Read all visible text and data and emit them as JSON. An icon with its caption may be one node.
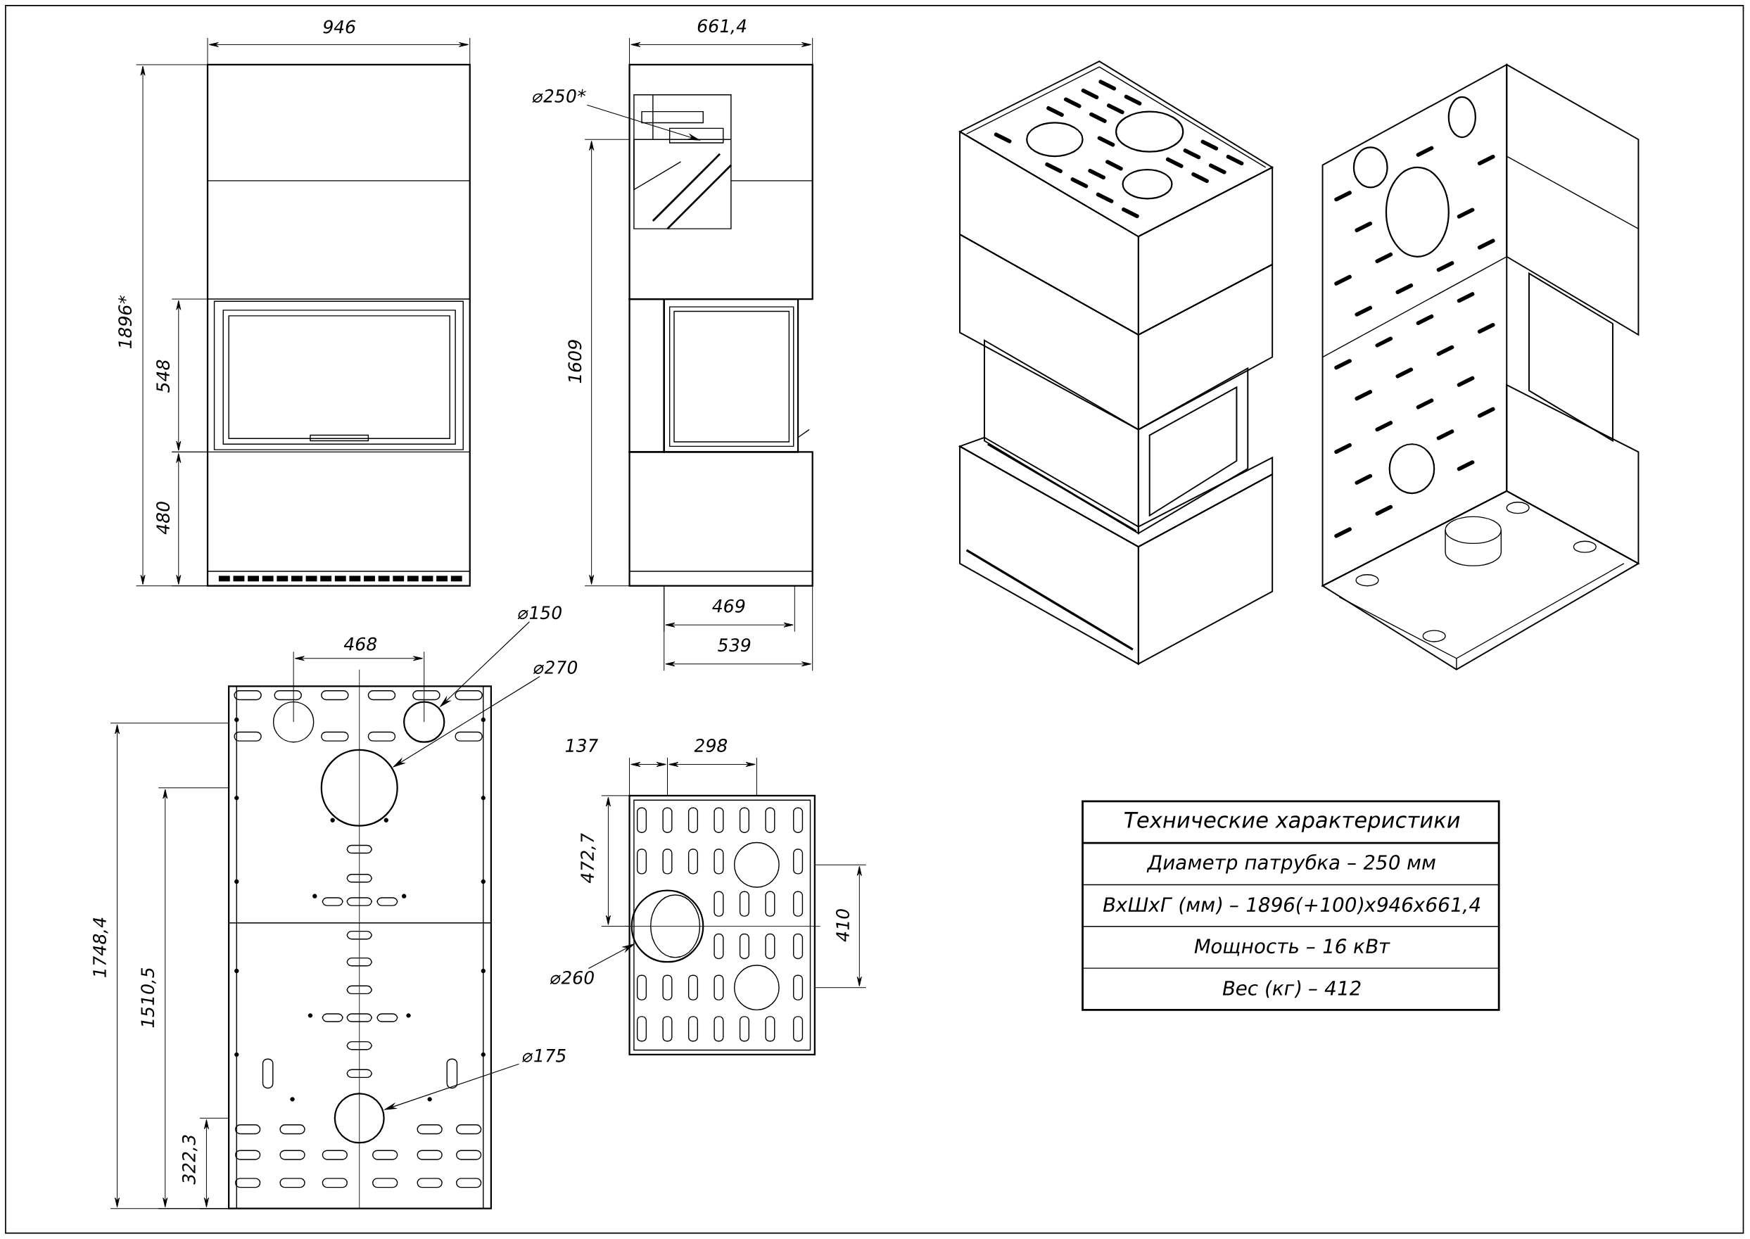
{
  "diagram": {
    "nodes": [
      {
        "text": [
          "⌀250*"
        ]
      },
      {
        "text": [
          "⌀150"
        ]
      },
      {
        "text": [],
        "shape": "circle"
      },
      {
        "text": [
          "⌀270"
        ]
      },
      {
        "text": [],
        "shape": "circle"
      },
      {
        "text": [
          "⌀260"
        ]
      },
      {
        "text": [],
        "shape": "circle"
      },
      {
        "text": [
          "⌀175"
        ]
      },
      {
        "text": [],
        "shape": "circle"
      },
      {
        "text": [
          "Технические характеристики",
          "Диаметр патрубка – 250 мм",
          "ВхШхГ (мм) – 1896(+100)х946х661,4",
          "Мощность – 16 кВт",
          "Вес (кг) – 412"
        ]
      }
    ],
    "edges": [
      {
        "from": 0,
        "to": null,
        "arrow": "to"
      },
      {
        "from": 1,
        "to": 2,
        "arrow": "to"
      },
      {
        "from": 3,
        "to": 4,
        "arrow": "to"
      },
      {
        "from": 5,
        "to": 6,
        "arrow": "to"
      },
      {
        "from": 7,
        "to": 8,
        "arrow": "to"
      }
    ],
    "labels": [
      "946",
      "661,4",
      "1896*",
      "548",
      "480",
      "1609",
      "469",
      "539",
      "468",
      "1748,4",
      "1510,5",
      "322,3",
      "137",
      "298",
      "472,7",
      "410"
    ]
  }
}
